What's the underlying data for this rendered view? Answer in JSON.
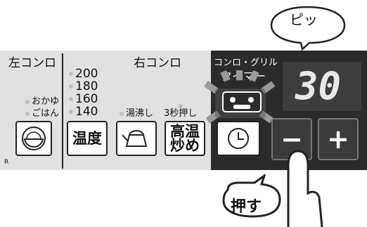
{
  "bubble": {
    "text": "ピッ"
  },
  "left_panel": {
    "title_left": "左コンロ",
    "title_right": "右コンロ",
    "okayu": "おかゆ",
    "gohan": "ごはん",
    "temps": [
      "200",
      "180",
      "160",
      "140"
    ],
    "yuwakashi": "湯沸し",
    "long_press": "3秒押し",
    "mark": "R"
  },
  "buttons": {
    "ondo": "温度",
    "koon_line1": "高温",
    "koon_line2": "炒め"
  },
  "right_panel": {
    "label_line1": "コンロ・グリル",
    "label_line2": "タイマー",
    "display_value": "30",
    "minus": "−",
    "plus": "+"
  },
  "callout": {
    "text": "押す"
  },
  "colors": {
    "panel_light": "#e1e1e1",
    "panel_dark": "#2b2b2b",
    "display_bg": "#3d3d3d"
  },
  "icons": [
    "rice-bowl-icon",
    "kettle-icon",
    "clock-icon",
    "hand-pointer-icon"
  ]
}
